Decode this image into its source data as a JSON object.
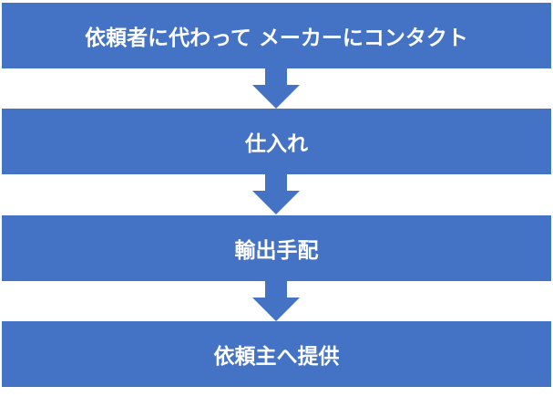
{
  "colors": {
    "box_fill": "#4472c4",
    "arrow_fill": "#4472c4",
    "text": "#ffffff",
    "background": "#ffffff"
  },
  "steps": [
    {
      "label": "依頼者に代わって メーカーにコンタクト"
    },
    {
      "label": "仕入れ"
    },
    {
      "label": "輸出手配"
    },
    {
      "label": "依頼主へ提供"
    }
  ]
}
